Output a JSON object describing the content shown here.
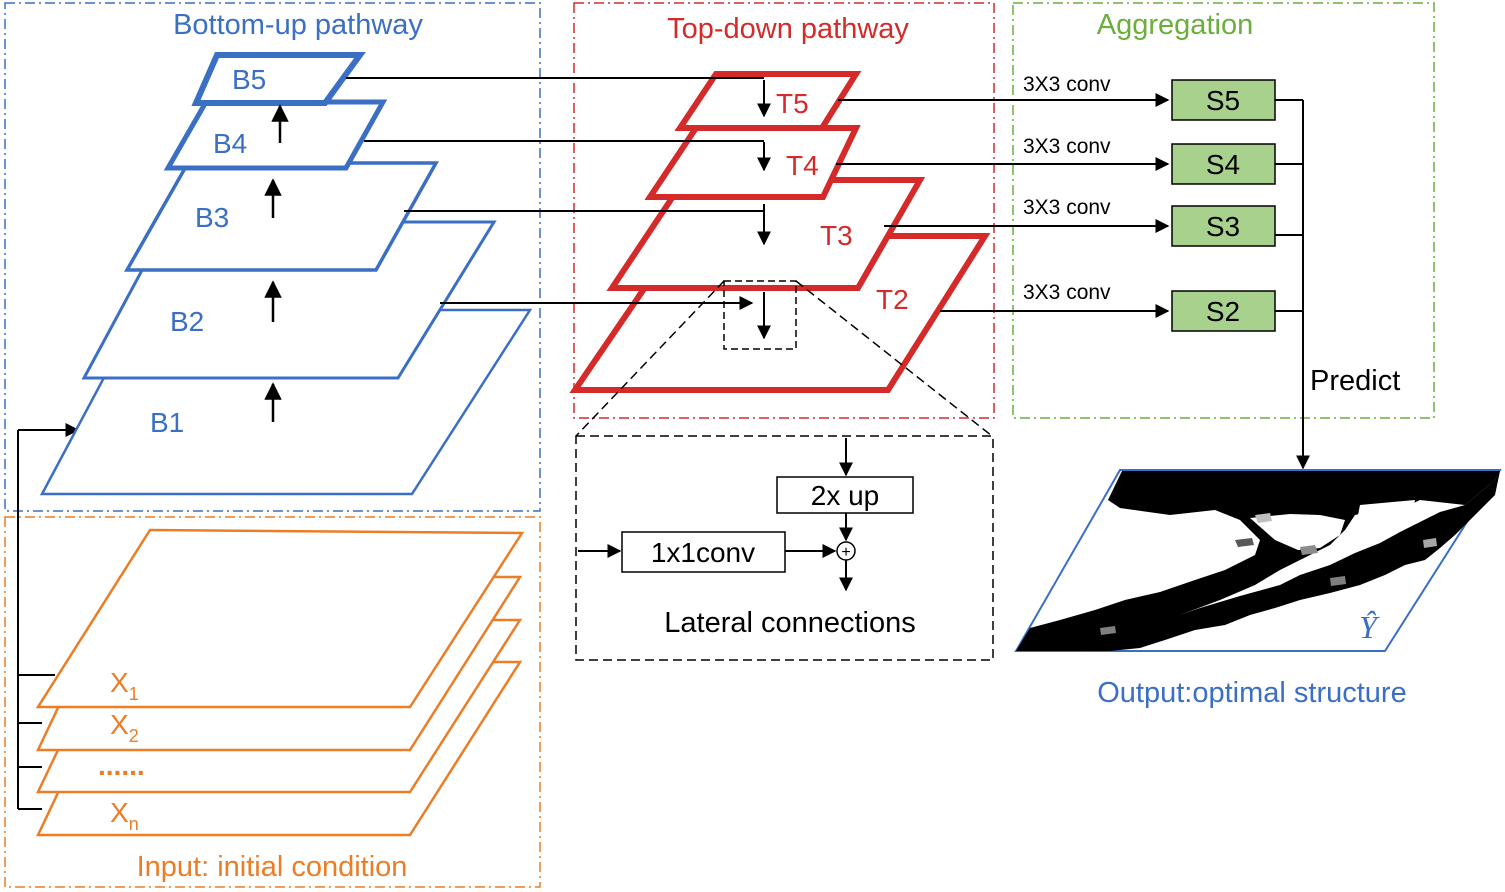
{
  "regions": {
    "bottom_up": "Bottom-up pathway",
    "top_down": "Top-down pathway",
    "aggregation": "Aggregation",
    "input": "Input: initial condition",
    "output": "Output:optimal structure"
  },
  "bottom_layers": [
    "B5",
    "B4",
    "B3",
    "B2",
    "B1"
  ],
  "top_layers": [
    "T5",
    "T4",
    "T3",
    "T2"
  ],
  "inputs": {
    "x1": "X",
    "x1_sub": "1",
    "x2": "X",
    "x2_sub": "2",
    "dots": "......",
    "xn": "X",
    "xn_sub": "n"
  },
  "conv_label": "3X3 conv",
  "outputs": [
    "S5",
    "S4",
    "S3",
    "S2"
  ],
  "predict": "Predict",
  "y_hat": "Ŷ",
  "lateral": {
    "up": "2x up",
    "conv": "1x1conv",
    "plus": "+",
    "caption": "Lateral connections"
  },
  "colors": {
    "blue": "#3a6fc4",
    "red": "#d42a2a",
    "green": "#6cae3c",
    "orange": "#ec7d27",
    "box_fill": "#a9d18e"
  }
}
